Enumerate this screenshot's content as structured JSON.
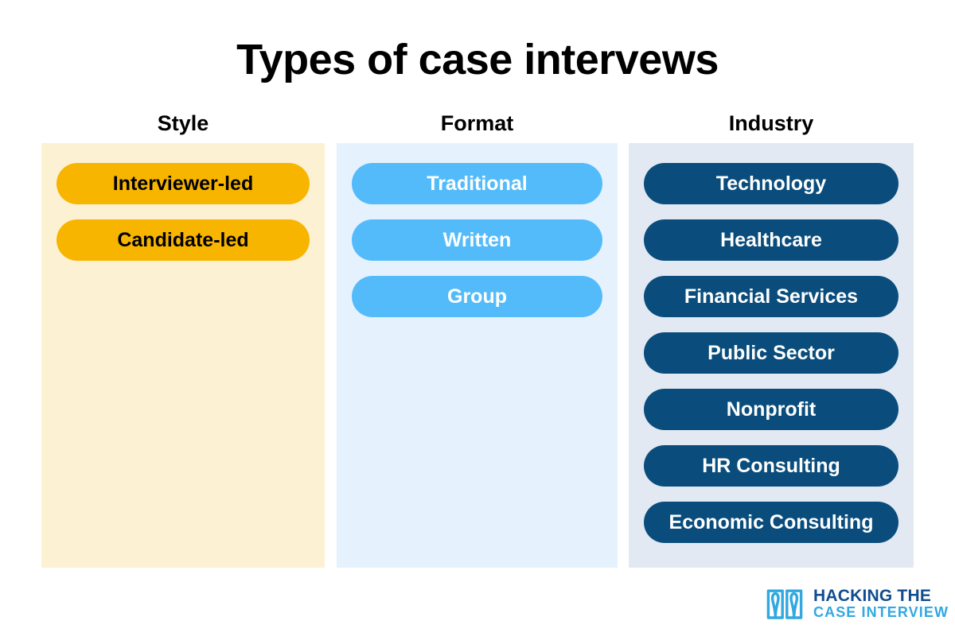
{
  "title": "Types of case intervews",
  "colors": {
    "gold_pill": "#F7B500",
    "gold_panel": "#FDF1D4",
    "blue_pill": "#54BBFA",
    "blue_panel": "#E5F2FE",
    "navy_pill": "#0A4D7C",
    "navy_panel": "#E2E9F3",
    "logo_dark": "#114D8E",
    "logo_light": "#31A8E0",
    "background": "#FFFFFF"
  },
  "columns": [
    {
      "header": "Style",
      "items": [
        "Interviewer-led",
        "Candidate-led"
      ]
    },
    {
      "header": "Format",
      "items": [
        "Traditional",
        "Written",
        "Group"
      ]
    },
    {
      "header": "Industry",
      "items": [
        "Technology",
        "Healthcare",
        "Financial Services",
        "Public Sector",
        "Nonprofit",
        "HR Consulting",
        "Economic Consulting"
      ]
    }
  ],
  "logo": {
    "icon": "open-book-icon",
    "line1": "HACKING THE",
    "line2": "CASE INTERVIEW"
  }
}
